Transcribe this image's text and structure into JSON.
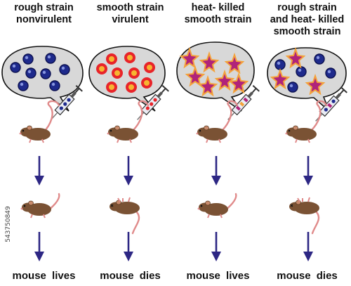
{
  "columns": [
    {
      "title_lines": [
        "rough strain",
        "nonvirulent"
      ],
      "bubble_content": "rough-cells",
      "outcome": "mouse  lives",
      "mouse_after": "alive"
    },
    {
      "title_lines": [
        "smooth strain",
        "virulent"
      ],
      "bubble_content": "smooth-cells",
      "outcome": "mouse  dies",
      "mouse_after": "dead"
    },
    {
      "title_lines": [
        "heat- killed",
        "smooth strain"
      ],
      "bubble_content": "heat-killed-cells",
      "outcome": "mouse  lives",
      "mouse_after": "alive"
    },
    {
      "title_lines": [
        "rough strain",
        "and heat- killed",
        "smooth strain"
      ],
      "bubble_content": "mixed-cells",
      "outcome": "mouse  dies",
      "mouse_after": "dead"
    }
  ],
  "watermark": "543750849",
  "colors": {
    "rough_cell": "#1e2a8c",
    "smooth_cell_outer": "#e8242a",
    "smooth_cell_inner": "#f6b531",
    "killed_star": "#b0237a",
    "killed_star_edge": "#f4a23a",
    "arrow": "#2d2784",
    "bubble_fill": "#d8d8d8",
    "mouse_body": "#7a5234"
  }
}
